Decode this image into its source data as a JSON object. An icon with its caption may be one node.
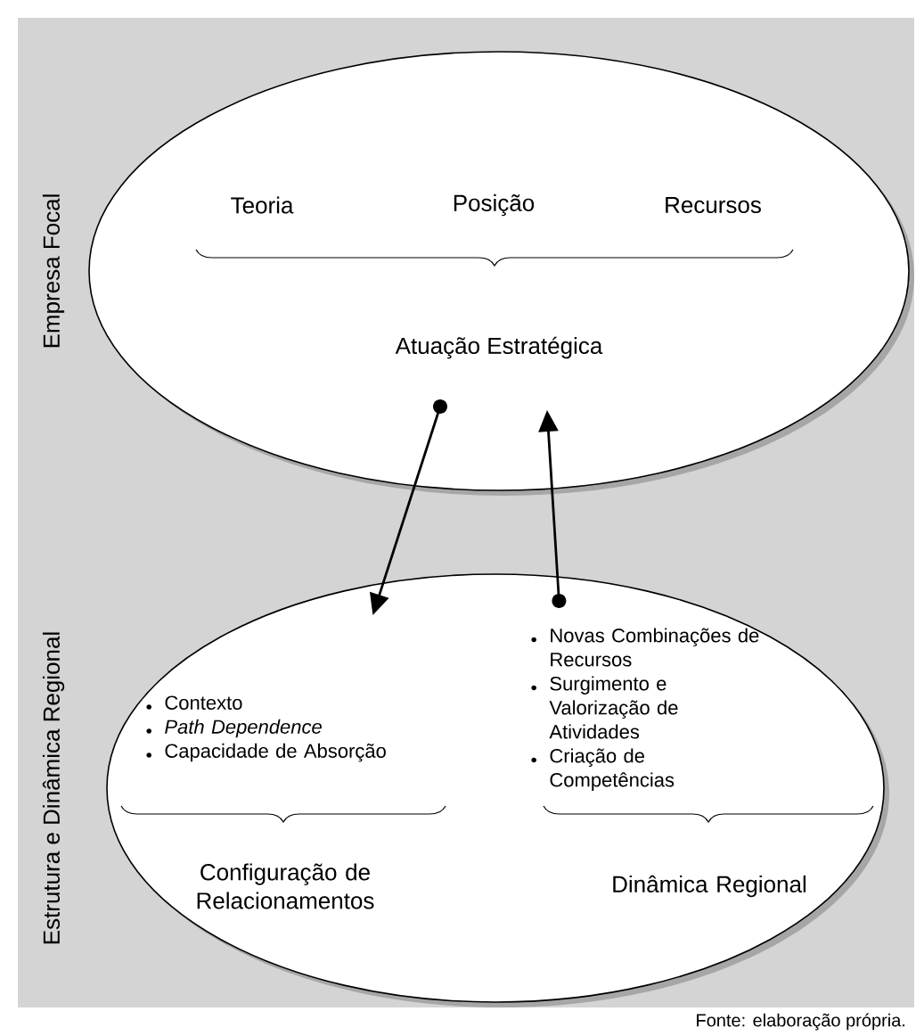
{
  "diagram": {
    "nodes": [
      {
        "text": [
          "Teoria",
          "Posição",
          "Recursos",
          "Atuação Estratégica"
        ],
        "beside": [
          "Empresa Focal"
        ]
      },
      {
        "text": [],
        "shape": "ellipse",
        "beside": [
          "Estrutura e Dinâmica Regional"
        ]
      },
      {
        "text": [
          "Contexto",
          "*Path Dependence*",
          "Capacidade de Absorção",
          "Configuração de Relacionamentos"
        ],
        "in": 1
      },
      {
        "text": [
          "Novas Combinações de Recursos",
          "Surgimento e Valorização de Atividades",
          "Criação de Competências",
          "Dinâmica Regional"
        ],
        "in": 1
      }
    ],
    "edges": [
      {
        "from": 0,
        "to": 2,
        "arrow": "to"
      },
      {
        "from": 3,
        "to": 0,
        "arrow": "to"
      }
    ],
    "labels": [
      "Fonte: elaboração própria."
    ]
  }
}
